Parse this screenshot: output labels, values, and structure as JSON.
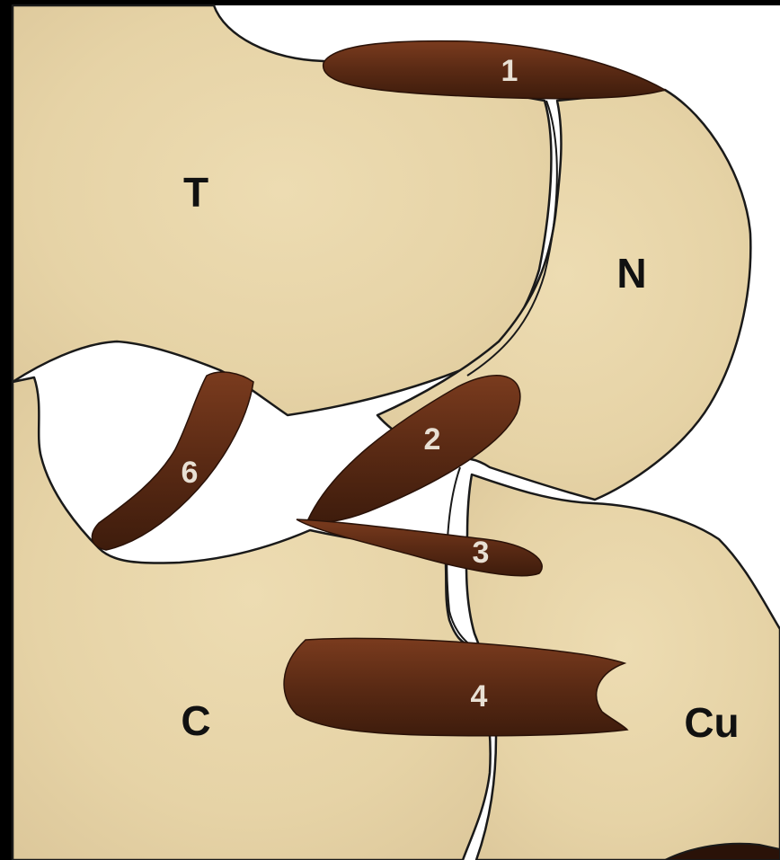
{
  "colors": {
    "background": "#000000",
    "bone_fill": "#e8d6aa",
    "bone_outline": "#1a1a1a",
    "joint_space": "#ffffff",
    "ligament_fill": "#5a2a14",
    "ligament_label": "#e8e0d4",
    "bone_label": "#111111"
  },
  "bones": {
    "talus": "T",
    "navicular": "N",
    "calcaneus": "C",
    "cuboid": "Cu"
  },
  "ligaments": {
    "lig1": "1",
    "lig2": "2",
    "lig3": "3",
    "lig4": "4",
    "lig6": "6"
  }
}
